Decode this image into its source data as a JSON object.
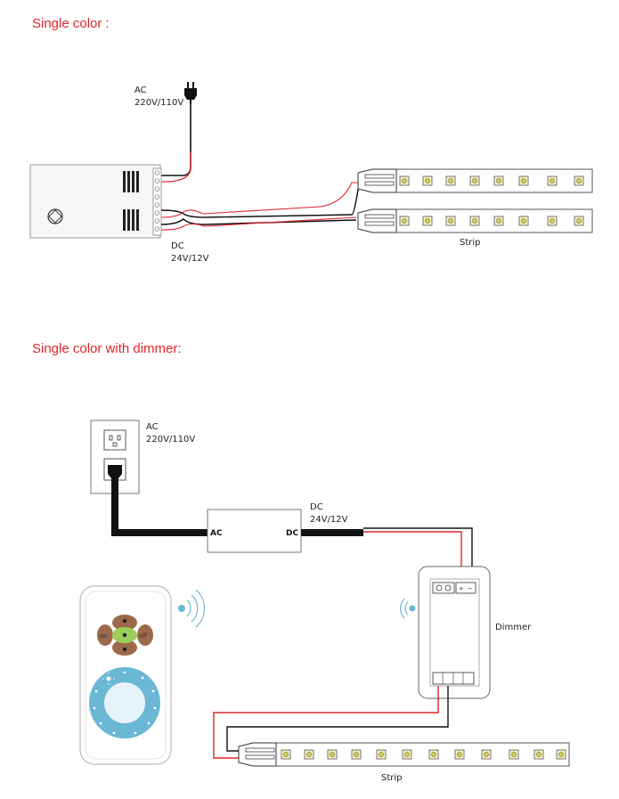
{
  "sections": [
    {
      "title": "Single color :"
    },
    {
      "title": "Single color with dimmer:"
    }
  ],
  "diagram1": {
    "ac_label": "AC",
    "ac_voltage": "220V/110V",
    "dc_label": "DC",
    "dc_voltage": "24V/12V",
    "strip_label": "Strip"
  },
  "diagram2": {
    "ac_label": "AC",
    "ac_voltage": "220V/110V",
    "psu_in": "AC",
    "psu_out": "DC",
    "dc_label": "DC",
    "dc_voltage": "24V/12V",
    "dimmer_label": "Dimmer",
    "strip_label": "Strip",
    "remote_on": "on",
    "remote_off": "off"
  },
  "colors": {
    "title_red": "#e0262b",
    "wire_red": "#e0262b",
    "wire_black": "#111111",
    "led_yellow": "#d8d23a",
    "remote_blue": "#6ab7d6",
    "remote_brown": "#9c6a4a",
    "remote_green": "#9ccf5a"
  }
}
